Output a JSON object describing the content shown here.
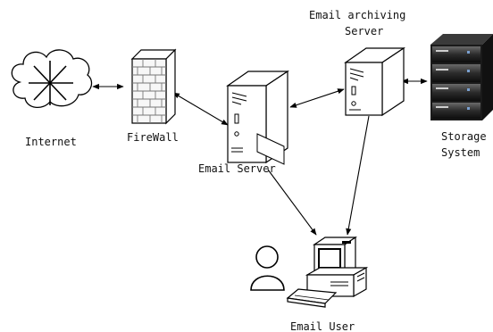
{
  "nodes": {
    "internet": {
      "label": "Internet",
      "icon": "cloud-icon"
    },
    "firewall": {
      "label": "FireWall",
      "icon": "brick-wall-icon"
    },
    "email_server": {
      "label": "Email Server",
      "icon": "server-tower-icon"
    },
    "archiving_server": {
      "label_line1": "Email archiving",
      "label_line2": "Server",
      "icon": "server-tower-icon"
    },
    "storage": {
      "label_line1": "Storage",
      "label_line2": "System",
      "icon": "storage-rack-icon"
    },
    "user": {
      "label": "Email User",
      "icon": "workstation-icon"
    }
  },
  "edges": [
    {
      "from": "internet",
      "to": "firewall",
      "direction": "both"
    },
    {
      "from": "firewall",
      "to": "email_server",
      "direction": "both"
    },
    {
      "from": "email_server",
      "to": "archiving_server",
      "direction": "both"
    },
    {
      "from": "archiving_server",
      "to": "storage",
      "direction": "both"
    },
    {
      "from": "email_server",
      "to": "user",
      "direction": "to"
    },
    {
      "from": "archiving_server",
      "to": "user",
      "direction": "to"
    }
  ],
  "colors": {
    "line": "#000000",
    "background": "#ffffff",
    "storage_dark": "#1a1a1a"
  }
}
